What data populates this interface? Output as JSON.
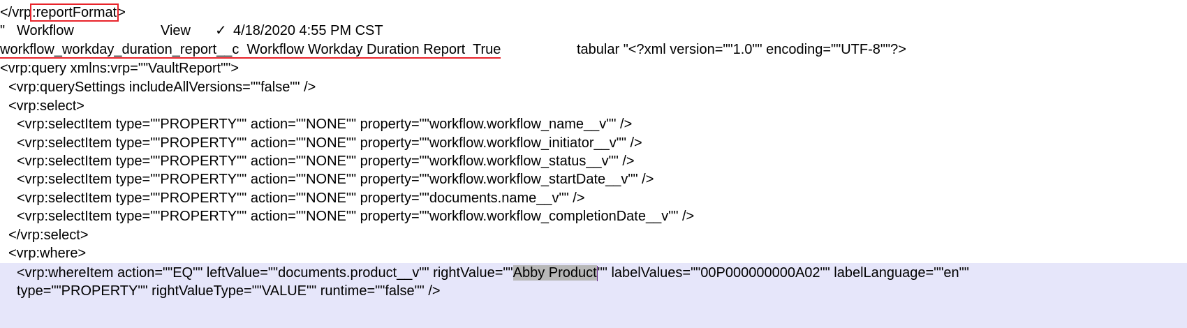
{
  "line1": {
    "pre": "</vrp",
    "boxed": ":reportFormat",
    "post": ">"
  },
  "line2": {
    "quote": "\"",
    "col1": "Workflow",
    "col2": "View",
    "check": "✓",
    "col3": "4/18/2020 4:55 PM CST"
  },
  "line3": {
    "underlined": "workflow_workday_duration_report__c  Workflow Workday Duration Report  True",
    "rest": "tabular \"<?xml version=\"\"1.0\"\" encoding=\"\"UTF-8\"\"?>"
  },
  "lines": [
    "<vrp:query xmlns:vrp=\"\"VaultReport\"\">",
    "<vrp:querySettings includeAllVersions=\"\"false\"\" />",
    "<vrp:select>",
    "<vrp:selectItem type=\"\"PROPERTY\"\" action=\"\"NONE\"\" property=\"\"workflow.workflow_name__v\"\" />",
    "<vrp:selectItem type=\"\"PROPERTY\"\" action=\"\"NONE\"\" property=\"\"workflow.workflow_initiator__v\"\" />",
    "<vrp:selectItem type=\"\"PROPERTY\"\" action=\"\"NONE\"\" property=\"\"workflow.workflow_status__v\"\" />",
    "<vrp:selectItem type=\"\"PROPERTY\"\" action=\"\"NONE\"\" property=\"\"workflow.workflow_startDate__v\"\" />",
    "<vrp:selectItem type=\"\"PROPERTY\"\" action=\"\"NONE\"\" property=\"\"documents.name__v\"\" />",
    "<vrp:selectItem type=\"\"PROPERTY\"\" action=\"\"NONE\"\" property=\"\"workflow.workflow_completionDate__v\"\" />",
    "</vrp:select>",
    "<vrp:where>"
  ],
  "where": {
    "pre": "<vrp:whereItem action=\"\"EQ\"\" leftValue=\"\"documents.product__v\"\" rightValue=\"\"",
    "selected": "Abby Product",
    "post": "\"\" labelValues=\"\"00P000000000A02\"\" labelLanguage=\"\"en\"\"",
    "line2": "type=\"\"PROPERTY\"\" rightValueType=\"\"VALUE\"\" runtime=\"\"false\"\" />"
  }
}
